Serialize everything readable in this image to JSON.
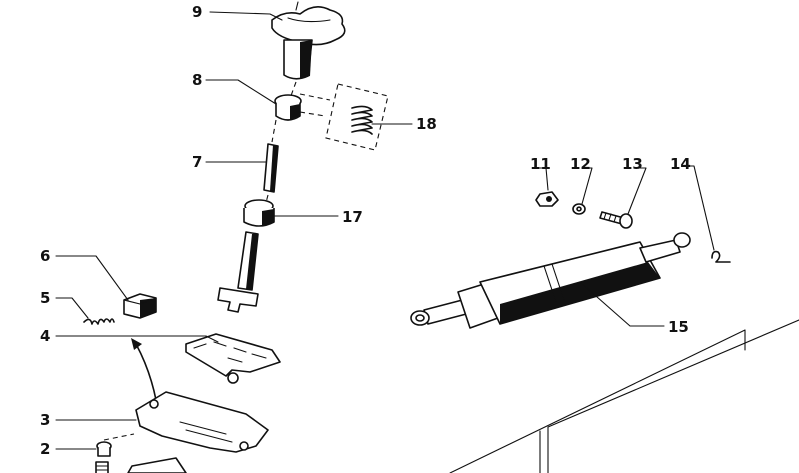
{
  "callouts": {
    "c1": "9",
    "c2": "8",
    "c3": "18",
    "c4": "7",
    "c5": "17",
    "c6": "6",
    "c7": "5",
    "c8": "4",
    "c9": "3",
    "c10": "2",
    "c11": "11",
    "c12": "12",
    "c13": "13",
    "c14": "14",
    "c15": "15"
  }
}
